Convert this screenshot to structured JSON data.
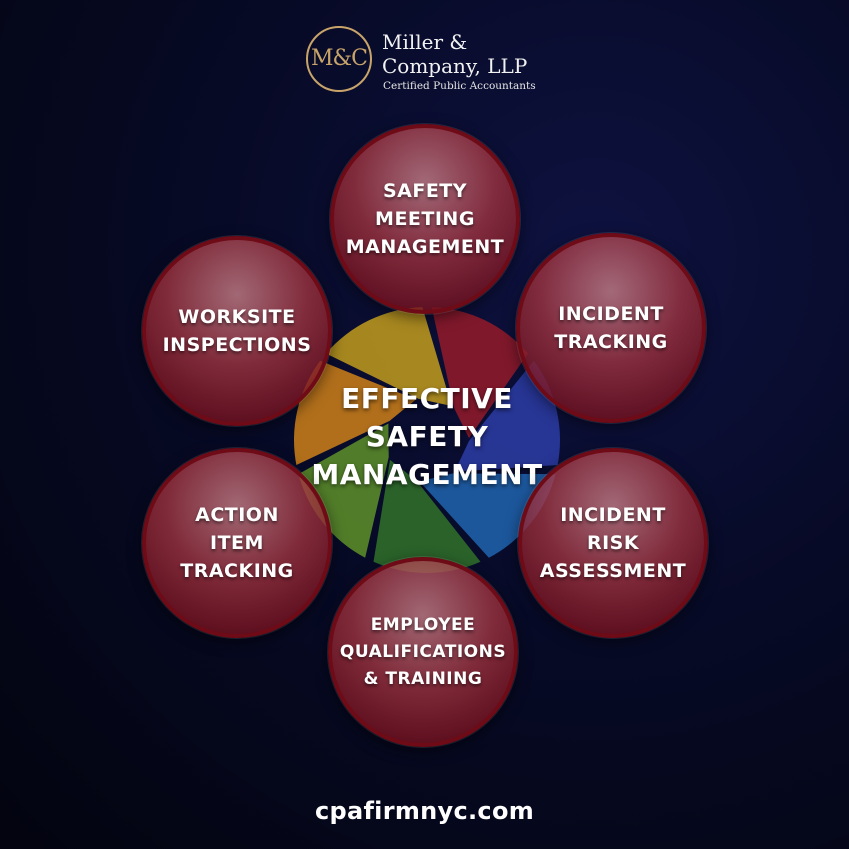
{
  "logo": {
    "monogram": "M&C",
    "name_line1": "Miller &",
    "name_line2": "Company, LLP",
    "subtitle": "Certified Public Accountants",
    "accent_color": "#c8a46a"
  },
  "center": {
    "label": "EFFECTIVE SAFETY MANAGEMENT",
    "segment_colors": [
      "#8c1a2a",
      "#2a3a9e",
      "#1f5fa8",
      "#2f6b2a",
      "#5a8a2a",
      "#c47a1a",
      "#b8951e"
    ]
  },
  "items": [
    {
      "label": "SAFETY\nMEETING\nMANAGEMENT"
    },
    {
      "label": "INCIDENT\nTRACKING"
    },
    {
      "label": "INCIDENT\nRISK\nASSESSMENT"
    },
    {
      "label": "EMPLOYEE\nQUALIFICATIONS\n& TRAINING"
    },
    {
      "label": "ACTION\nITEM\nTRACKING"
    },
    {
      "label": "WORKSITE\nINSPECTIONS"
    }
  ],
  "bubble_color": "#8a1426",
  "footer": {
    "url": "cpafirmnyc.com"
  }
}
